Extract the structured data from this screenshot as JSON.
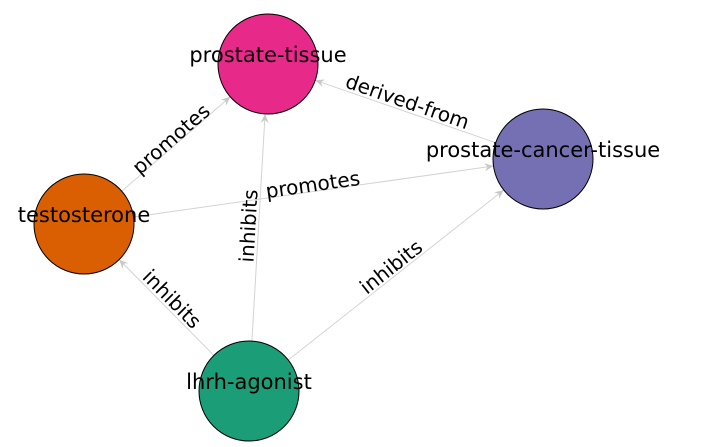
{
  "graph": {
    "nodes": [
      {
        "id": "prostate-tissue",
        "label": "prostate-tissue",
        "color": "#e7298a"
      },
      {
        "id": "prostate-cancer-tissue",
        "label": "prostate-cancer-tissue",
        "color": "#7570b3"
      },
      {
        "id": "testosterone",
        "label": "testosterone",
        "color": "#d95f02"
      },
      {
        "id": "lhrh-agonist",
        "label": "lhrh-agonist",
        "color": "#1b9e77"
      }
    ],
    "edges": [
      {
        "id": "e1",
        "source": "testosterone",
        "target": "prostate-tissue",
        "label": "promotes"
      },
      {
        "id": "e2",
        "source": "prostate-cancer-tissue",
        "target": "prostate-tissue",
        "label": "derived-from"
      },
      {
        "id": "e3",
        "source": "testosterone",
        "target": "prostate-cancer-tissue",
        "label": "promotes"
      },
      {
        "id": "e4",
        "source": "lhrh-agonist",
        "target": "prostate-tissue",
        "label": "inhibits"
      },
      {
        "id": "e5",
        "source": "lhrh-agonist",
        "target": "testosterone",
        "label": "inhibits"
      },
      {
        "id": "e6",
        "source": "lhrh-agonist",
        "target": "prostate-cancer-tissue",
        "label": "inhibits"
      }
    ]
  }
}
